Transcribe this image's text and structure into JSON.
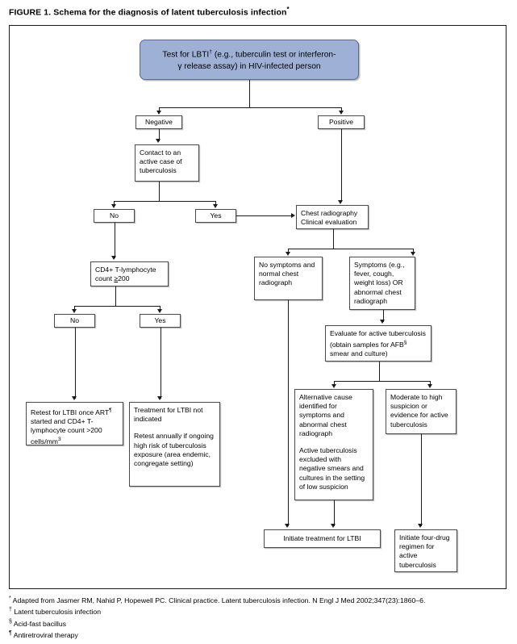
{
  "figure": {
    "title_prefix": "FIGURE 1. Schema for the diagnosis of latent tuberculosis infection",
    "title_marker": "*"
  },
  "colors": {
    "start_fill": "#9fb0d6",
    "start_border": "#5a6a92",
    "box_border": "#4a4a4a",
    "line": "#1a1a1a",
    "frame": "#1a1a1a"
  },
  "nodes": {
    "start": {
      "line1_a": "Test for LBTI",
      "line1_marker": "†",
      "line1_b": " (e.g., tuberculin test or interferon-",
      "line2": "γ release assay) in HIV-infected person"
    },
    "negative": "Negative",
    "positive": "Positive",
    "contact": "Contact to an active case of tuberculosis",
    "contact_no": "No",
    "contact_yes": "Yes",
    "chest_radiography": "Chest radiography Clinical evaluation",
    "cd4": {
      "a": "CD4+ T-lymphocyte count ",
      "gte": "≥",
      "b": "200"
    },
    "cd4_no": "No",
    "cd4_yes": "Yes",
    "no_symptoms": "No symptoms and normal chest radiograph",
    "symptoms": "Symptoms (e.g., fever, cough, weight loss) OR abnormal chest radiograph",
    "evaluate": {
      "a": "Evaluate for active tuberculosis (obtain samples for AFB",
      "marker": "§",
      "b": " smear and culture)"
    },
    "retest": {
      "a": "Retest for LTBI once ART",
      "marker": "¶",
      "b": " started and CD4+ T-lymphocyte count >200 cells/mm",
      "sup": "3"
    },
    "no_treatment": {
      "p1": "Treatment for LTBI not indicated",
      "p2": "Retest annually if ongoing high risk of tuberculosis exposure (area endemic, congregate setting)"
    },
    "alternative_cause": {
      "p1": "Alternative cause identified for symptoms and abnormal chest radiograph",
      "p2": "Active tuberculosis excluded with negative smears and cultures in the setting of low suspicion"
    },
    "moderate_high": "Moderate to high suspicion or evidence for active tuberculosis",
    "initiate_ltbi": "Initiate treatment for LTBI",
    "initiate_four_drug": "Initiate four-drug regimen for active tuberculosis"
  },
  "footnotes": {
    "f1_marker": "*",
    "f1_text": "Adapted from Jasmer RM, Nahid P, Hopewell PC. Clinical practice. Latent tuberculosis infection. N Engl J Med 2002;347(23):1860–6.",
    "f2_marker": "†",
    "f2_text": "Latent tuberculosis infection",
    "f3_marker": "§",
    "f3_text": "Acid-fast bacillus",
    "f4_marker": "¶",
    "f4_text": "Antiretroviral therapy"
  }
}
